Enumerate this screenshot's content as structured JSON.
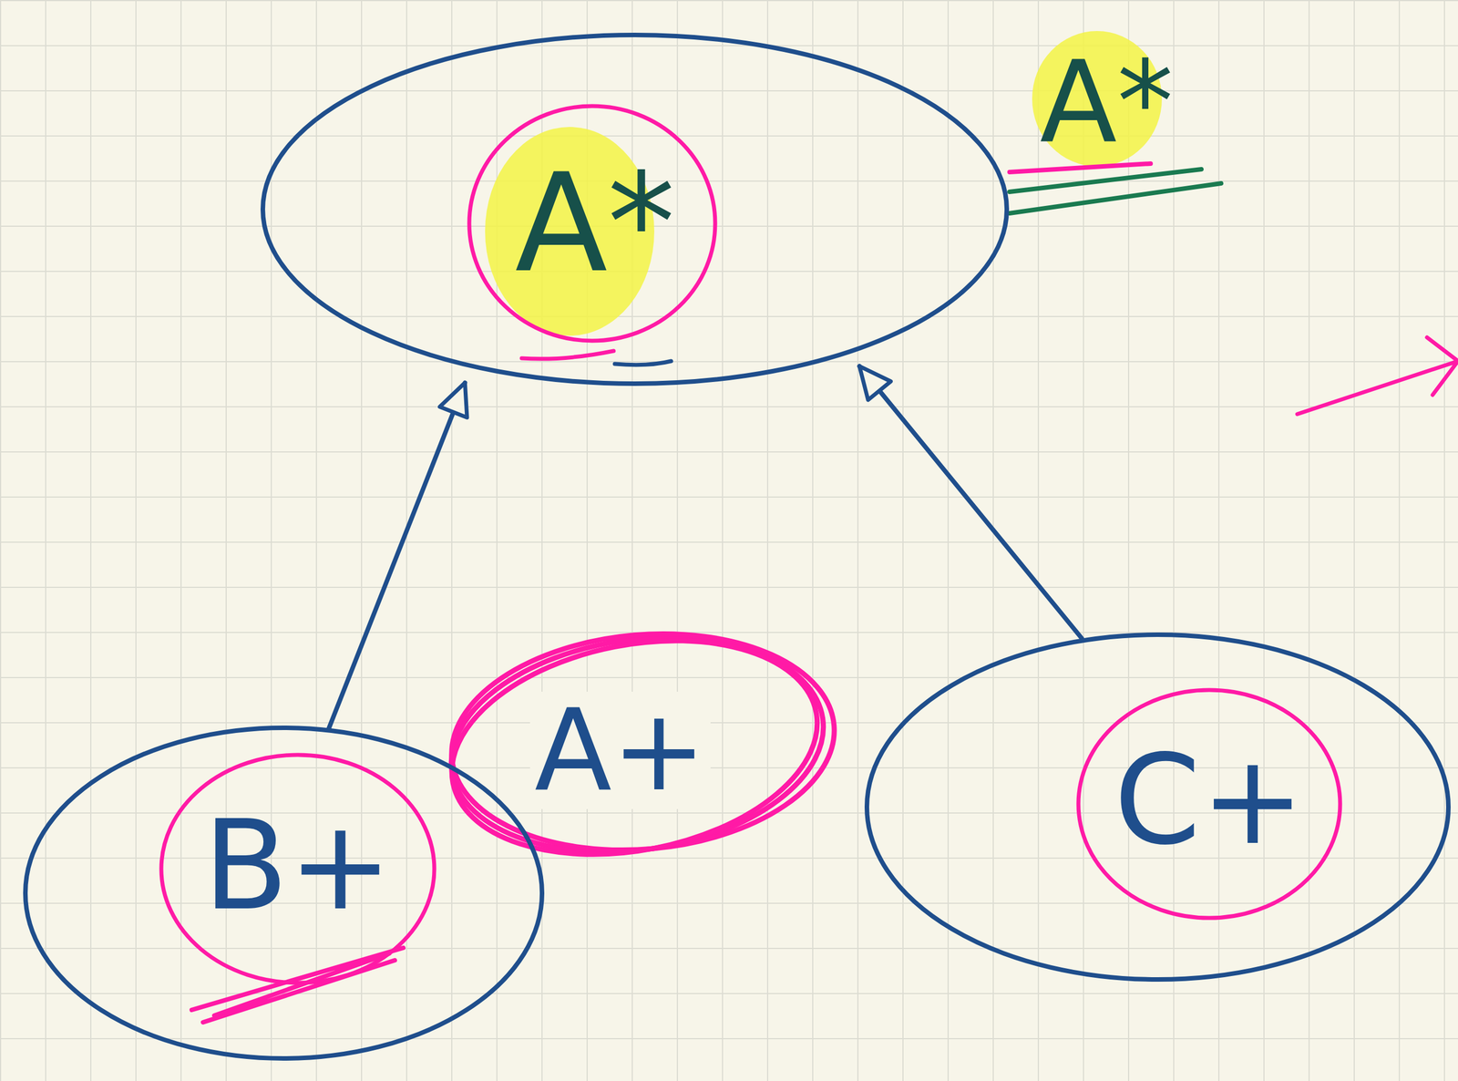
{
  "diagram": {
    "nodes": [
      {
        "text": [
          "A*",
          "A*"
        ]
      },
      {
        "text": [
          "B+",
          "A+"
        ]
      },
      {
        "text": [
          "C+"
        ]
      }
    ],
    "edges": [
      {
        "from": 1,
        "to": 0,
        "arrow": "to"
      },
      {
        "from": 2,
        "to": 0,
        "arrow": "to"
      }
    ]
  }
}
